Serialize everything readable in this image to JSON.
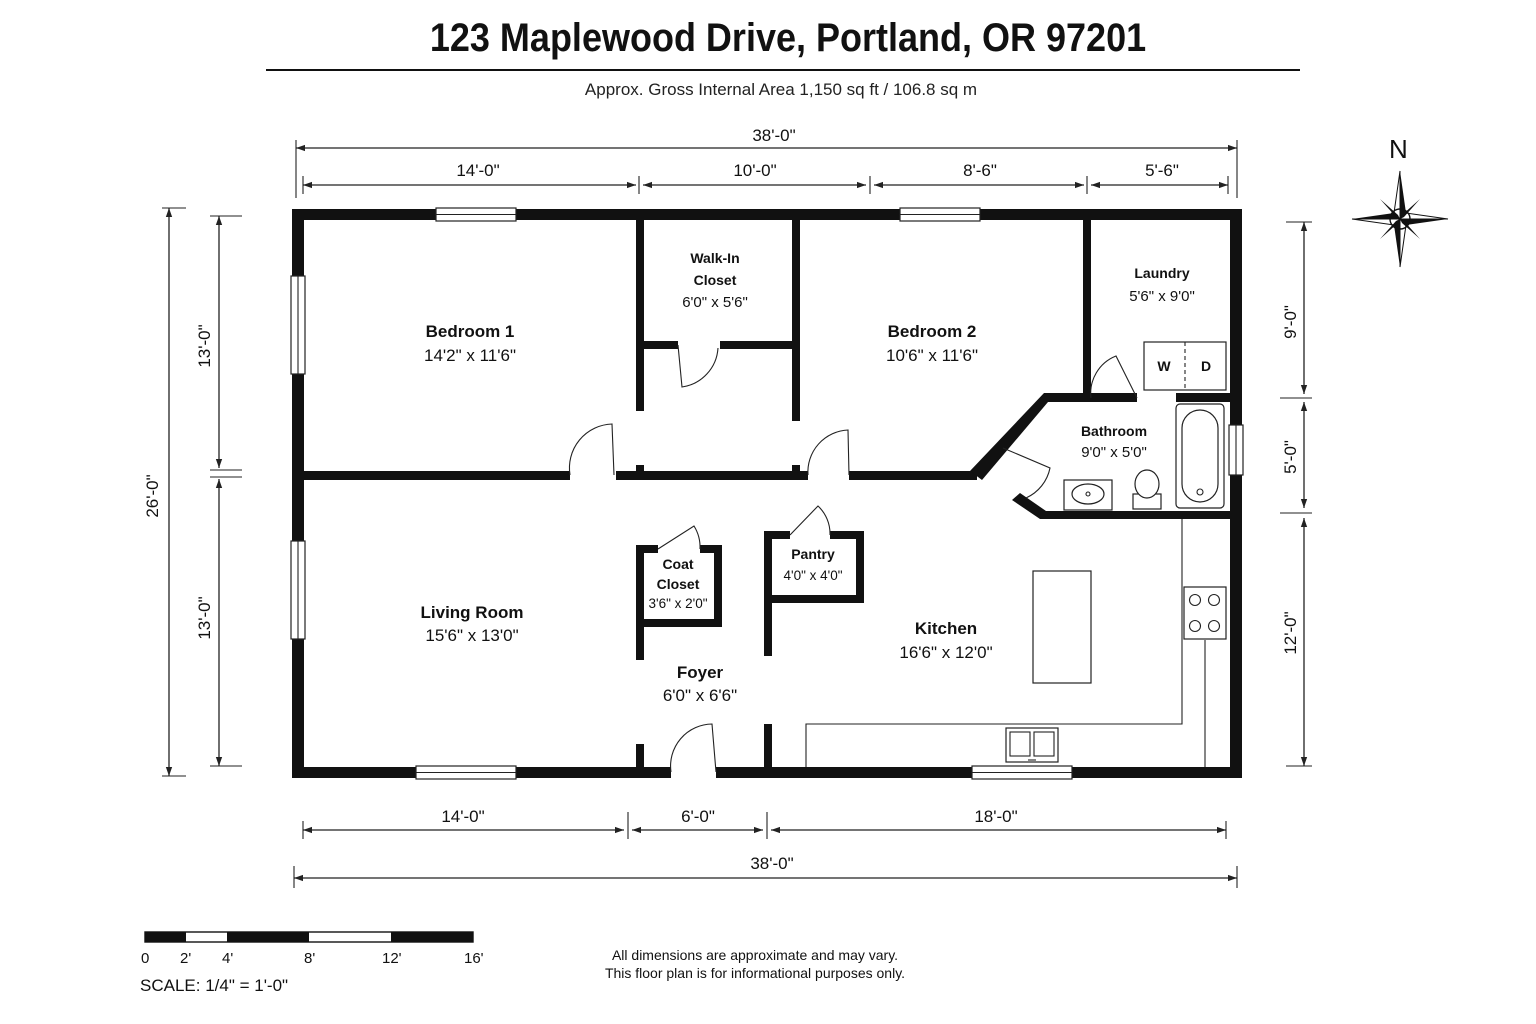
{
  "header": {
    "address": "123 Maplewood Drive, Portland, OR 97201",
    "area": "Approx. Gross Internal Area 1,150 sq ft / 106.8 sq m"
  },
  "rooms": {
    "bedroom1": {
      "name": "Bedroom 1",
      "dims": "14'2\" x 11'6\""
    },
    "walk_in_closet": {
      "name_line1": "Walk-In",
      "name_line2": "Closet",
      "dims": "6'0\" x 5'6\""
    },
    "bedroom2": {
      "name": "Bedroom 2",
      "dims": "10'6\" x 11'6\""
    },
    "laundry": {
      "name": "Laundry",
      "dims": "5'6\" x 9'0\""
    },
    "bathroom": {
      "name": "Bathroom",
      "dims": "9'0\" x 5'0\""
    },
    "living_room": {
      "name": "Living Room",
      "dims": "15'6\" x 13'0\""
    },
    "coat_closet": {
      "name_line1": "Coat",
      "name_line2": "Closet",
      "dims": "3'6\" x 2'0\""
    },
    "pantry": {
      "name": "Pantry",
      "dims": "4'0\" x 4'0\""
    },
    "kitchen": {
      "name": "Kitchen",
      "dims": "16'6\" x 12'0\""
    },
    "foyer": {
      "name": "Foyer",
      "dims": "6'0\" x 6'6\""
    }
  },
  "fixtures": {
    "washer": "W",
    "dryer": "D"
  },
  "dimensions": {
    "top_total": "38'-0\"",
    "top_segments": [
      "14'-0\"",
      "10'-0\"",
      "8'-6\"",
      "5'-6\""
    ],
    "bottom_segments": [
      "14'-0\"",
      "6'-0\"",
      "18'-0\""
    ],
    "bottom_total": "38'-0\"",
    "left_total": "26'-0\"",
    "left_segments": [
      "13'-0\"",
      "13'-0\""
    ],
    "right_segments": [
      "9'-0\"",
      "5'-0\"",
      "12'-0\""
    ]
  },
  "compass": {
    "north": "N"
  },
  "scale_bar": {
    "ticks": [
      "0",
      "2'",
      "4'",
      "8'",
      "12'",
      "16'"
    ],
    "label": "SCALE: 1/4\" = 1'-0\""
  },
  "footnote": {
    "line1": "All dimensions are approximate and may vary.",
    "line2": "This floor plan is for informational purposes only."
  }
}
